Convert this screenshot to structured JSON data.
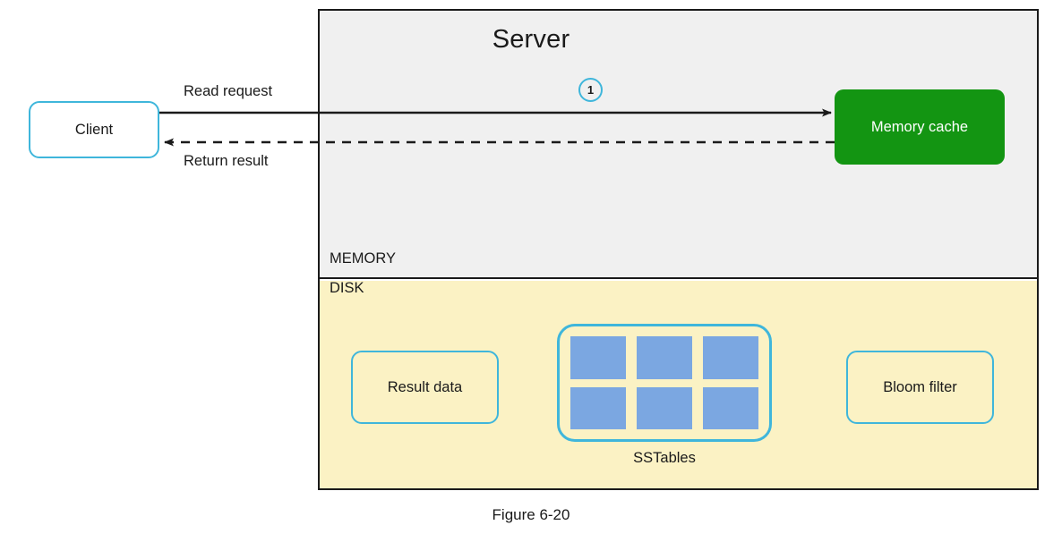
{
  "figure": {
    "caption": "Figure 6-20"
  },
  "server": {
    "title": "Server",
    "memory_label": "MEMORY",
    "disk_label": "DISK",
    "step_badge": "1"
  },
  "nodes": {
    "client": "Client",
    "memory_cache": "Memory cache",
    "result_data": "Result data",
    "bloom_filter": "Bloom filter",
    "sstables": "SSTables"
  },
  "edges": [
    {
      "id": "read-request",
      "label": "Read request",
      "style": "solid",
      "direction": "client-to-cache"
    },
    {
      "id": "return-result",
      "label": "Return result",
      "style": "dashed",
      "direction": "cache-to-client"
    }
  ],
  "sstable_cells": [
    {
      "index": 1
    },
    {
      "index": 2
    },
    {
      "index": 3
    },
    {
      "index": 4
    },
    {
      "index": 5
    },
    {
      "index": 6
    }
  ],
  "colors": {
    "accent_cyan": "#3fb6db",
    "cache_green": "#139512",
    "disk_yellow": "#fbf2c4",
    "memory_gray": "#f0f0f0",
    "sstable_blue": "#7ba7e1",
    "outline_black": "#1a1a1a"
  }
}
